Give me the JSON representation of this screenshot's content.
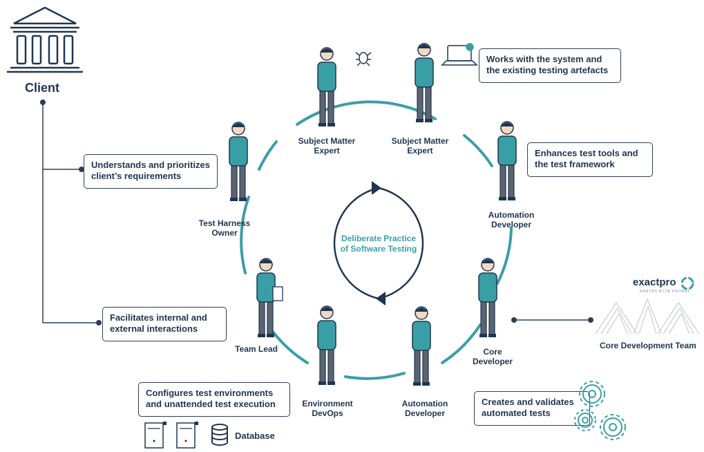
{
  "client": {
    "label": "Client"
  },
  "center": {
    "line1": "Deliberate Practice",
    "line2": "of Software Testing"
  },
  "roles": {
    "sme_left": {
      "line1": "Subject Matter",
      "line2": "Expert"
    },
    "sme_right": {
      "line1": "Subject Matter",
      "line2": "Expert"
    },
    "automation_dev_top": {
      "line1": "Automation",
      "line2": "Developer"
    },
    "core_dev": {
      "line1": "Core",
      "line2": "Developer"
    },
    "automation_dev_bottom": {
      "line1": "Automation",
      "line2": "Developer"
    },
    "env_devops": {
      "line1": "Environment",
      "line2": "DevOps"
    },
    "team_lead": {
      "line1": "Team Lead"
    },
    "harness_owner": {
      "line1": "Test Harness",
      "line2": "Owner"
    }
  },
  "callouts": {
    "works_with_system": {
      "line1": "Works with the system and",
      "line2": "the existing testing artefacts"
    },
    "enhances_tools": {
      "line1": "Enhances test tools and",
      "line2": "the test framework"
    },
    "understands": {
      "line1": "Understands and prioritizes",
      "line2": "client’s requirements"
    },
    "facilitates": {
      "line1": "Facilitates internal and",
      "line2": "external interactions"
    },
    "configures": {
      "line1": "Configures test environments",
      "line2": "and unattended test execution"
    },
    "creates": {
      "line1": "Creates and validates",
      "line2": "automated tests"
    }
  },
  "team": {
    "brand": "exactpro",
    "tagline": "ERRTAS ACTA PROBAT",
    "label": "Core Development Team"
  },
  "database": {
    "label": "Database"
  },
  "colors": {
    "teal": "#3a9ea5",
    "navy": "#1f3550",
    "line": "#2d3e55"
  }
}
